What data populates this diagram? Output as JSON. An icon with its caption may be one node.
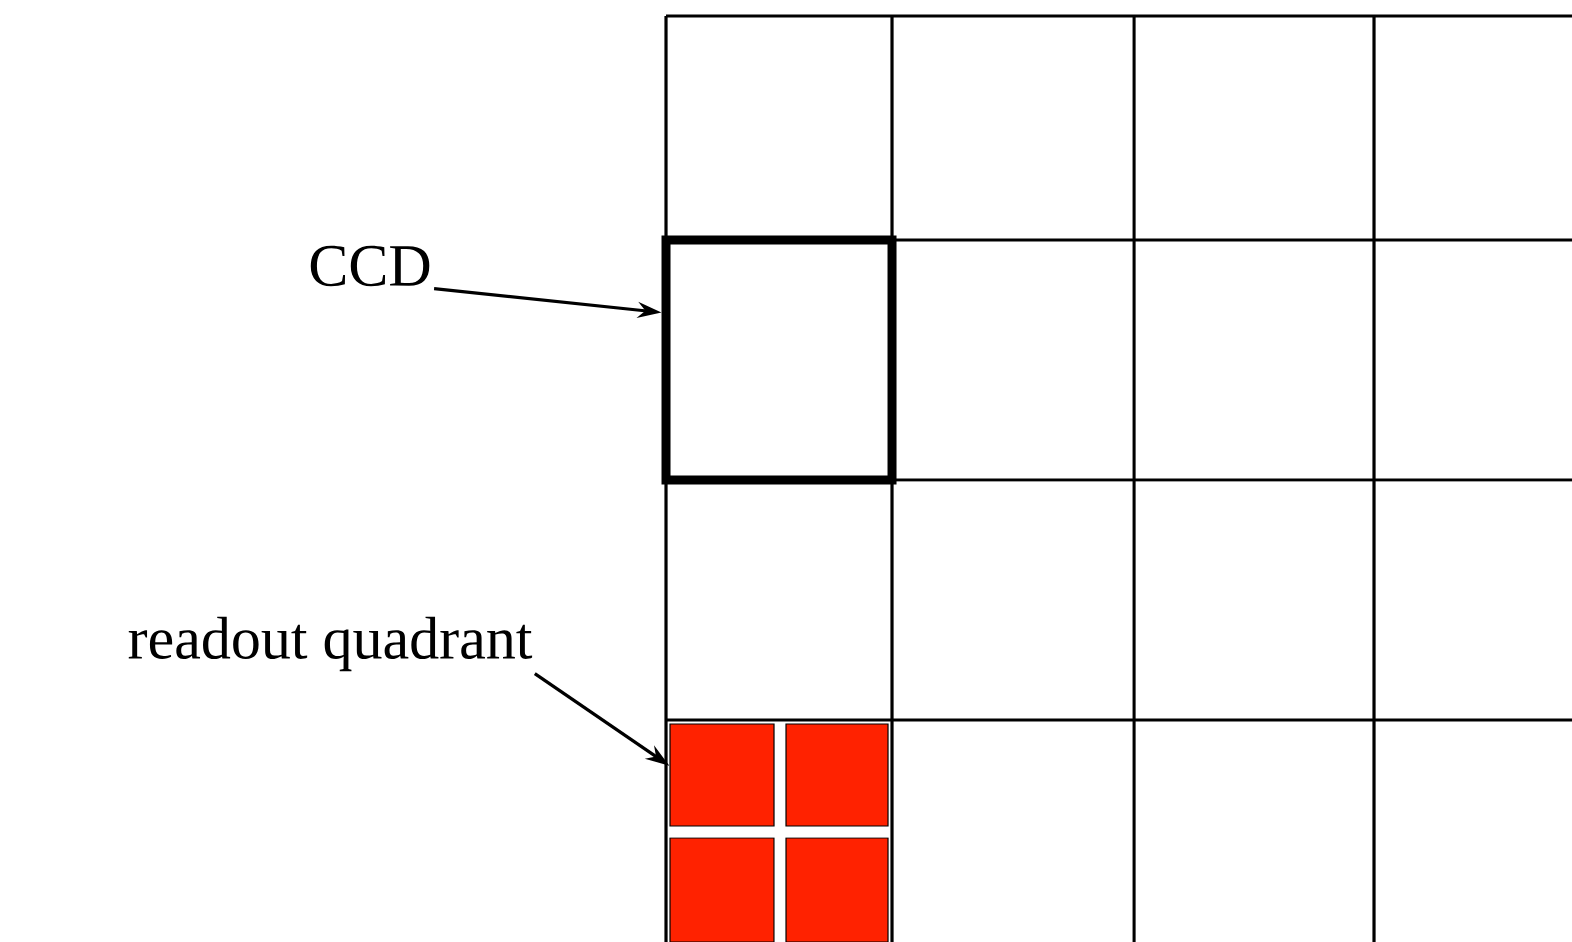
{
  "diagram": {
    "nodes": [
      {
        "text": [
          "CCD"
        ]
      },
      {
        "text": [],
        "shape": "box"
      },
      {
        "text": [
          "readout quadrant"
        ]
      },
      {
        "text": [],
        "shape": "box"
      },
      {
        "text": [],
        "shape": "box"
      },
      {
        "text": [],
        "shape": "box"
      },
      {
        "text": [],
        "shape": "box"
      }
    ],
    "edges": [
      {
        "from": 0,
        "to": 1,
        "arrow": "to"
      },
      {
        "from": 2,
        "to": 3,
        "arrow": "to"
      }
    ]
  }
}
